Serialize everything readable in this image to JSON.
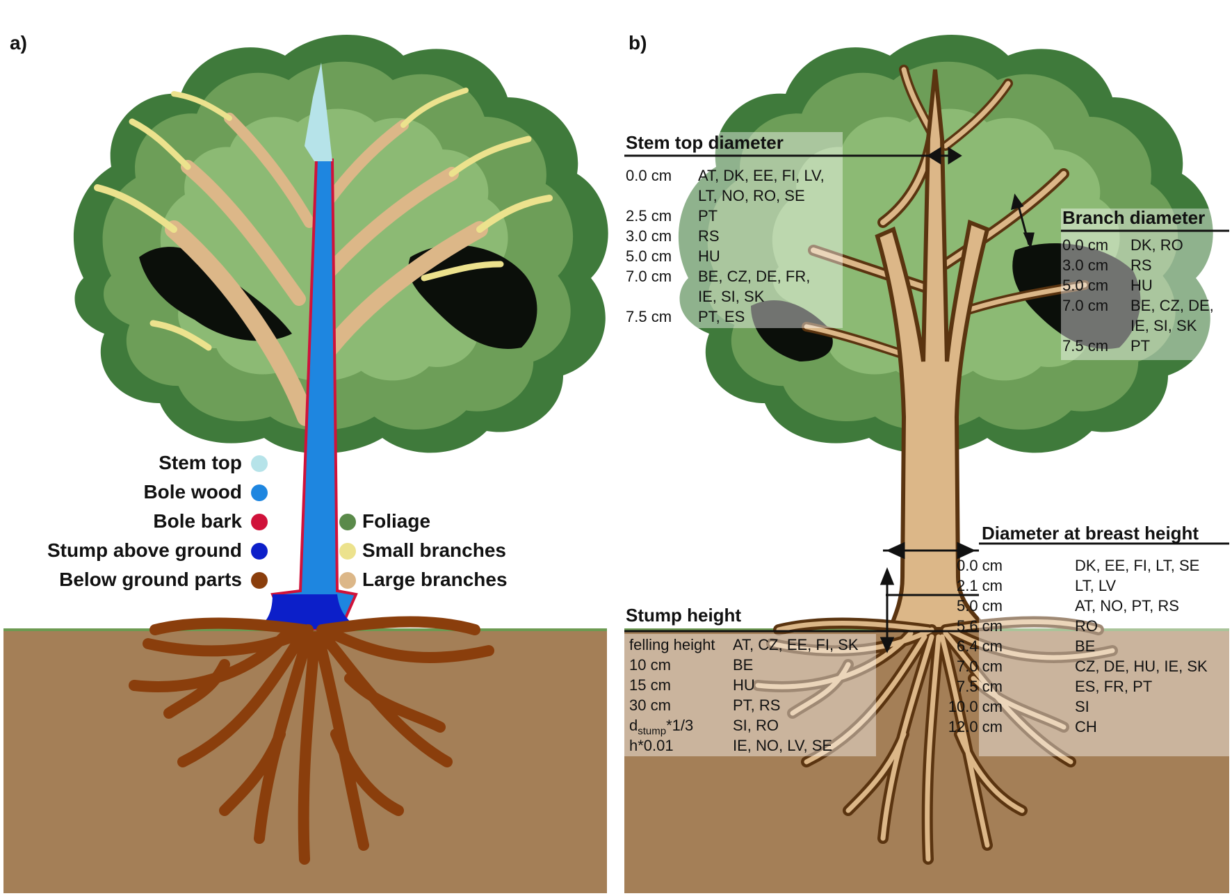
{
  "panels": {
    "a": "a)",
    "b": "b)"
  },
  "legend": {
    "left": [
      {
        "label": "Stem top",
        "color": "#b6e3e9",
        "icon": "stem-top-dot"
      },
      {
        "label": "Bole wood",
        "color": "#1e86e0",
        "icon": "bole-wood-dot"
      },
      {
        "label": "Bole bark",
        "color": "#d0123a",
        "icon": "bole-bark-dot"
      },
      {
        "label": "Stump above ground",
        "color": "#0c1fc9",
        "icon": "stump-dot"
      },
      {
        "label": "Below ground parts",
        "color": "#8a3e0c",
        "icon": "below-ground-dot"
      }
    ],
    "right": [
      {
        "label": "Foliage",
        "color": "#5a8a4a",
        "icon": "foliage-dot"
      },
      {
        "label": "Small branches",
        "color": "#ece28d",
        "icon": "small-branches-dot"
      },
      {
        "label": "Large branches",
        "color": "#dcb788",
        "icon": "large-branches-dot"
      }
    ]
  },
  "stem_top": {
    "title": "Stem top diameter",
    "rows": [
      {
        "value": "0.0 cm",
        "codes": [
          "AT, DK, EE, FI, LV,",
          "LT, NO, RO, SE"
        ]
      },
      {
        "value": "2.5 cm",
        "codes": [
          "PT"
        ]
      },
      {
        "value": "3.0 cm",
        "codes": [
          "RS"
        ]
      },
      {
        "value": "5.0 cm",
        "codes": [
          "HU"
        ]
      },
      {
        "value": "7.0 cm",
        "codes": [
          "BE, CZ, DE, FR,",
          "IE, SI, SK"
        ]
      },
      {
        "value": "7.5 cm",
        "codes": [
          "PT, ES"
        ]
      }
    ]
  },
  "branch": {
    "title": "Branch diameter",
    "rows": [
      {
        "value": "0.0 cm",
        "codes": [
          "DK, RO"
        ]
      },
      {
        "value": "3.0 cm",
        "codes": [
          "RS"
        ]
      },
      {
        "value": "5.0 cm",
        "codes": [
          "HU"
        ]
      },
      {
        "value": "7.0 cm",
        "codes": [
          "BE, CZ, DE,",
          "IE, SI, SK"
        ]
      },
      {
        "value": "7.5 cm",
        "codes": [
          "PT"
        ]
      }
    ]
  },
  "dbh": {
    "title": "Diameter at breast height",
    "rows": [
      {
        "value": "0.0 cm",
        "codes": [
          "DK, EE, FI, LT, SE"
        ]
      },
      {
        "value": "2.1 cm",
        "codes": [
          "LT, LV"
        ]
      },
      {
        "value": "5.0 cm",
        "codes": [
          "AT, NO, PT, RS"
        ]
      },
      {
        "value": "5.6 cm",
        "codes": [
          "RO"
        ]
      },
      {
        "value": "6.4 cm",
        "codes": [
          "BE"
        ]
      },
      {
        "value": "7.0 cm",
        "codes": [
          "CZ, DE, HU, IE, SK"
        ]
      },
      {
        "value": "7.5 cm",
        "codes": [
          "ES, FR, PT"
        ]
      },
      {
        "value": "10.0 cm",
        "codes": [
          "SI"
        ]
      },
      {
        "value": "12.0 cm",
        "codes": [
          "CH"
        ]
      }
    ]
  },
  "stump": {
    "title": "Stump height",
    "rows": [
      {
        "value": "felling height",
        "codes": [
          "AT, CZ, EE, FI, SK"
        ]
      },
      {
        "value": "10 cm",
        "codes": [
          "BE"
        ]
      },
      {
        "value": "15 cm",
        "codes": [
          "HU"
        ]
      },
      {
        "value": "30 cm",
        "codes": [
          "PT, RS"
        ]
      },
      {
        "value": "d",
        "sub": "stump",
        "tail": "*1/3",
        "codes": [
          "SI, RO"
        ]
      },
      {
        "value": "h*0.01",
        "codes": [
          "IE, NO, LV, SE"
        ]
      }
    ]
  }
}
